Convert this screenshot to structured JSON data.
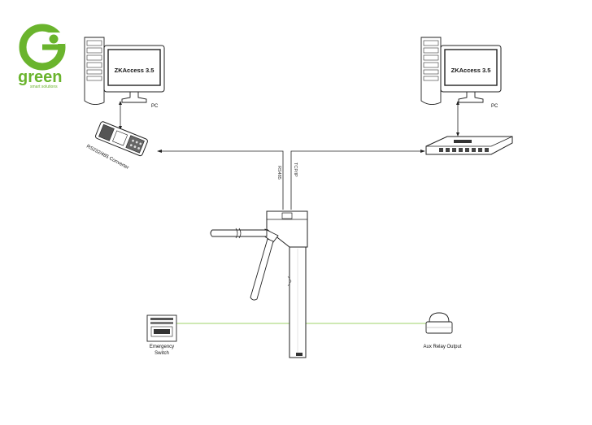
{
  "logo": {
    "letter": "G",
    "word": "green",
    "tagline": "smart solutions",
    "color": "#6ab42d"
  },
  "pc_left": {
    "screen_text": "ZKAccess 3.5",
    "label": "PC"
  },
  "pc_right": {
    "screen_text": "ZKAccess 3.5",
    "label": "PC"
  },
  "converter": {
    "label": "RS232/485 Converter"
  },
  "links": {
    "left_protocol": "RS485",
    "right_protocol": "TCP/IP"
  },
  "emergency": {
    "label_line1": "Emergency",
    "label_line2": "Switch"
  },
  "aux": {
    "label": "Aux Relay Output"
  },
  "colors": {
    "line": "#222222",
    "green_wire": "#9fd36a",
    "brand": "#6ab42d"
  }
}
